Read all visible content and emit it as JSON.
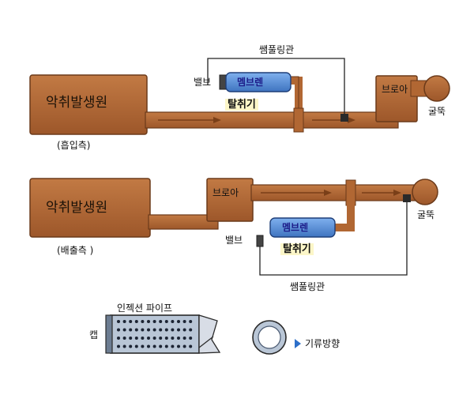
{
  "top_system": {
    "odor_source": "악취발생원",
    "side_note": "(흡입측)",
    "valve": "밸브",
    "membrane": "멤브렌",
    "separator": "탈취기",
    "blower": "브로아",
    "chimney": "굴뚝",
    "sampling_pipe": "쌤풀링관"
  },
  "bottom_system": {
    "odor_source": "악취발생원",
    "side_note": "(배출측 )",
    "valve": "밸브",
    "membrane": "멤브렌",
    "separator": "탈취기",
    "blower": "브로아",
    "chimney": "굴뚝",
    "sampling_pipe": "쌤풀링관"
  },
  "legend": {
    "injection_pipe": "인젝션 파이프",
    "cap": "캡",
    "flow_direction": "기류방향"
  },
  "colors": {
    "duct": "#b16733",
    "duct_stroke": "#6b3a1a",
    "membrane": "#5b8fd6",
    "highlight": "#fcf6c8"
  }
}
